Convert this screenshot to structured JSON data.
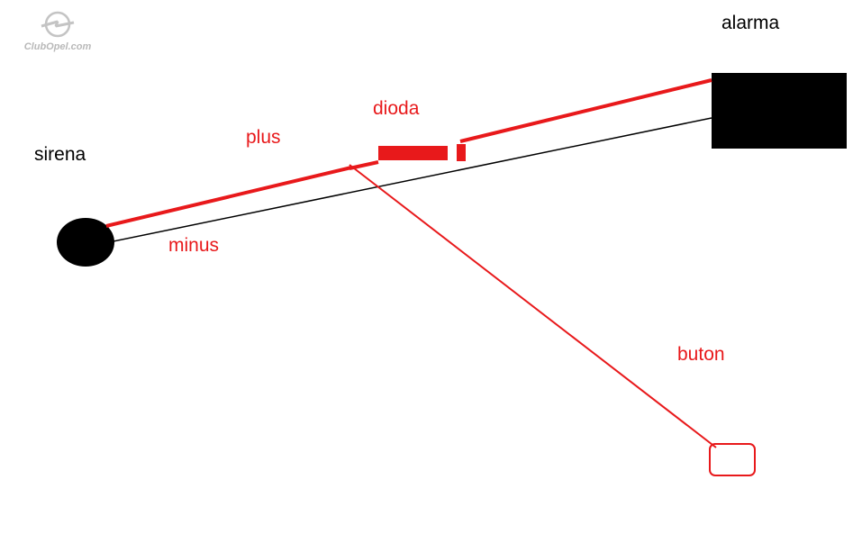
{
  "watermark": {
    "text": "ClubOpel.com",
    "icon": "opel-logo-icon"
  },
  "labels": {
    "alarma": "alarma",
    "sirena": "sirena",
    "plus": "plus",
    "dioda": "dioda",
    "minus": "minus",
    "buton": "buton"
  },
  "colors": {
    "positive_wire": "#e8191b",
    "negative_wire": "#000000",
    "component_fill": "#000000",
    "label_red": "#e8191b",
    "label_black": "#000000",
    "watermark": "#b9b9b9"
  }
}
